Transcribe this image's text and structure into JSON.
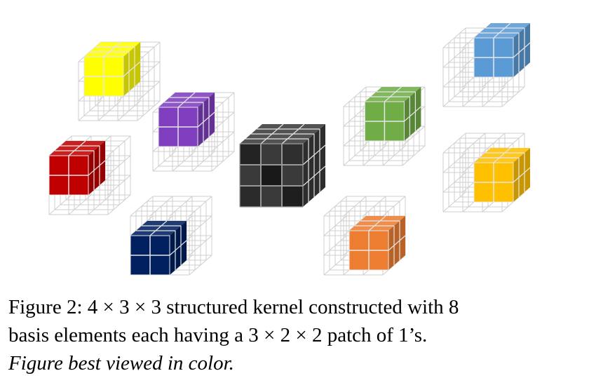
{
  "caption": {
    "label": "Figure 2:",
    "line1_text": "4 × 3 × 3 structured kernel constructed with 8",
    "line2": "basis elements each having a 3 × 2 × 2 patch of 1’s.",
    "line3": "Figure best viewed in color."
  },
  "figure": {
    "central_kernel": {
      "color": "#3a3a3a"
    },
    "basis_elements": [
      {
        "name": "yellow",
        "color": "#ffff00"
      },
      {
        "name": "purple",
        "color": "#7f3fbf"
      },
      {
        "name": "red",
        "color": "#c00000"
      },
      {
        "name": "navy",
        "color": "#002060"
      },
      {
        "name": "green",
        "color": "#70ad47"
      },
      {
        "name": "blue",
        "color": "#5b9bd5"
      },
      {
        "name": "gold",
        "color": "#ffc000"
      },
      {
        "name": "orange",
        "color": "#ed7d31"
      }
    ]
  }
}
